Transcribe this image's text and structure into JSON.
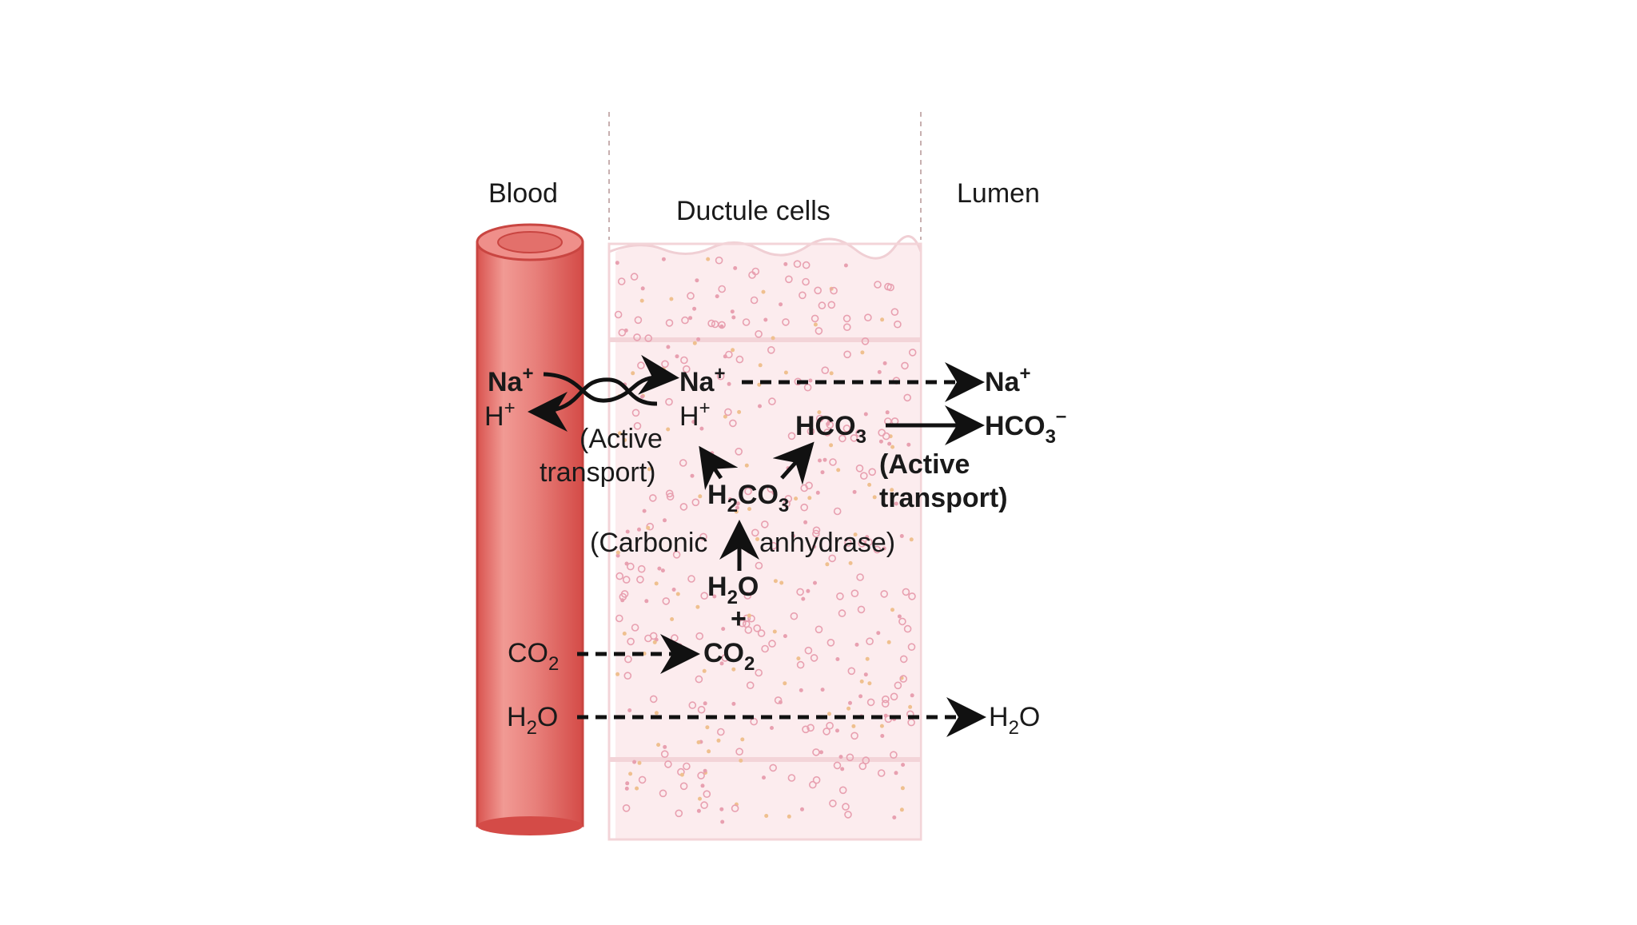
{
  "regions": {
    "blood": "Blood",
    "ductule": "Ductule cells",
    "lumen": "Lumen"
  },
  "blood_side": {
    "na": "Na",
    "na_charge": "+",
    "h": "H",
    "h_charge": "+",
    "co2": "CO",
    "co2_sub": "2",
    "h2o_a": "H",
    "h2o_sub": "2",
    "h2o_b": "O"
  },
  "cell": {
    "na": "Na",
    "na_charge": "+",
    "h": "H",
    "h_charge": "+",
    "hco3": "HCO",
    "hco3_sub": "3",
    "h2co3_a": "H",
    "h2co3_sub1": "2",
    "h2co3_b": "CO",
    "h2co3_sub2": "3",
    "h2o_a": "H",
    "h2o_sub": "2",
    "h2o_b": "O",
    "plus": "+",
    "co2": "CO",
    "co2_sub": "2"
  },
  "lumen_side": {
    "na": "Na",
    "na_charge": "+",
    "hco3": "HCO",
    "hco3_sub": "3",
    "hco3_charge": "–",
    "h2o_a": "H",
    "h2o_sub": "2",
    "h2o_b": "O"
  },
  "annotations": {
    "active_transport_left_1": "(Active",
    "active_transport_left_2": "transport)",
    "active_transport_right_1": "(Active",
    "active_transport_right_2": "transport)",
    "carbonic": "(Carbonic",
    "anhydrase": "anhydrase)"
  },
  "colors": {
    "vessel": "#e87c7c",
    "vessel_dark": "#d9534f",
    "cell_fill": "#fbe9ea",
    "dot_pink": "#e8a0b0",
    "dot_orange": "#efc08f"
  }
}
